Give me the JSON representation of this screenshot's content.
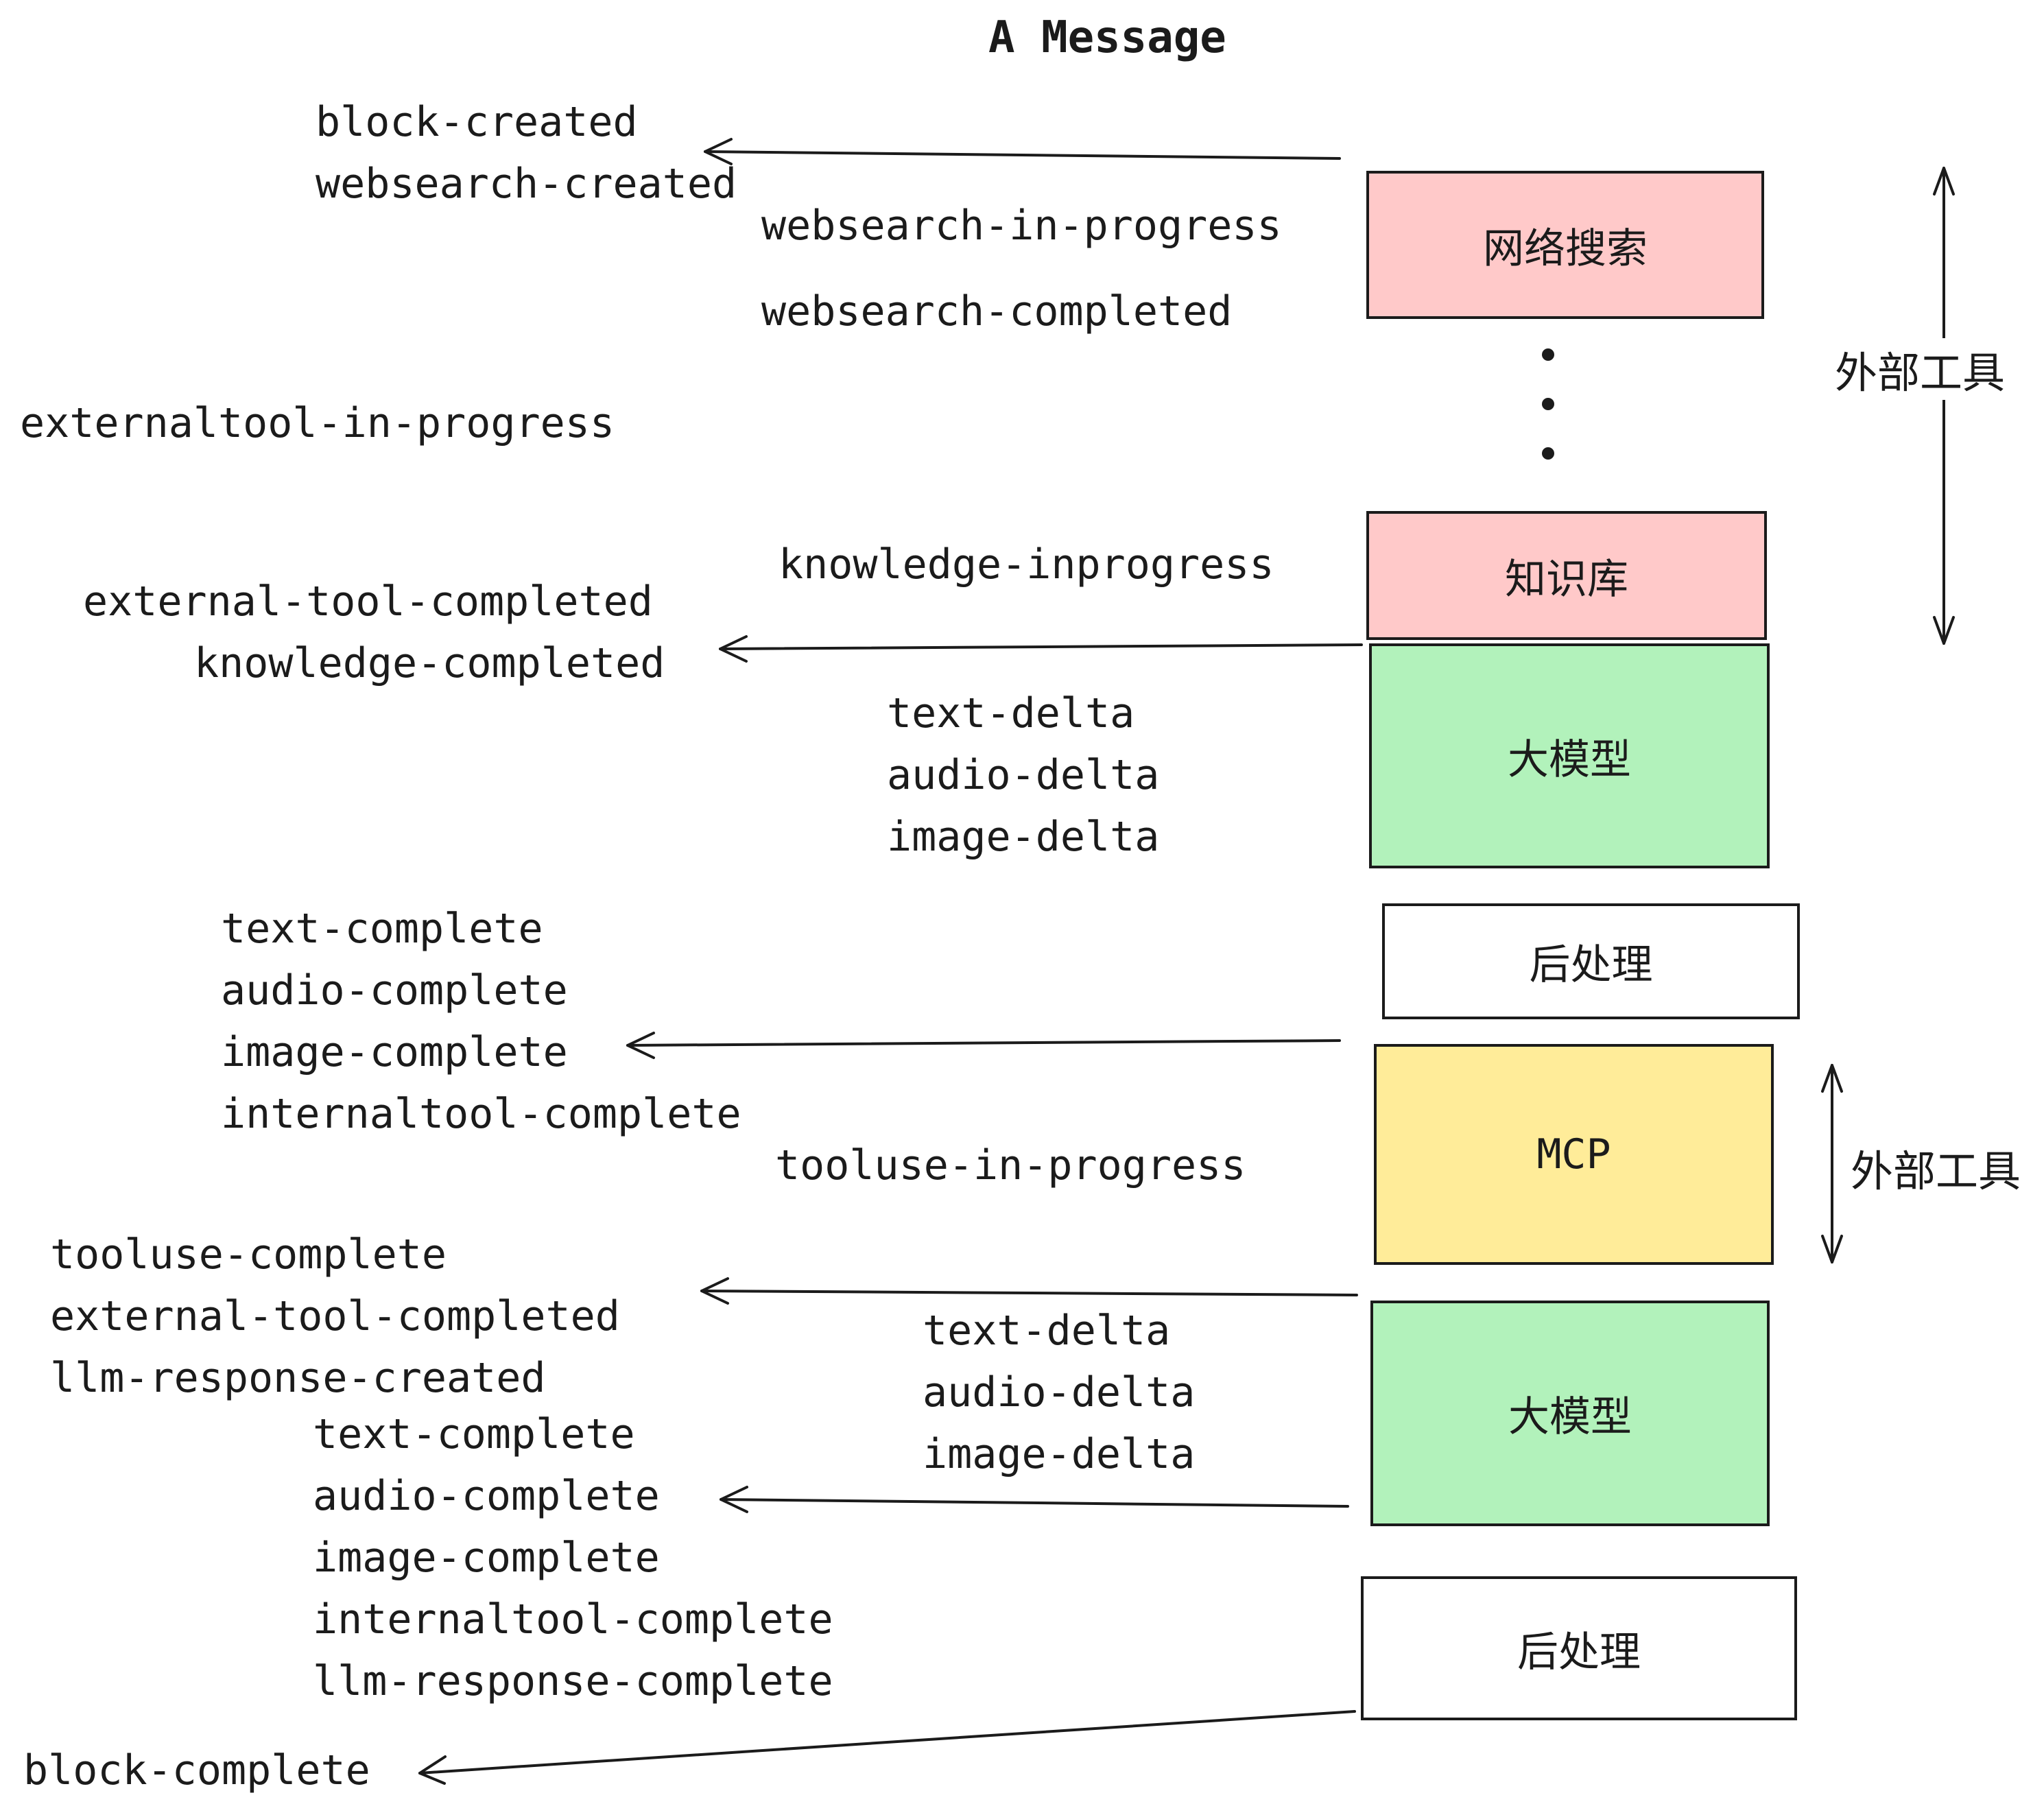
{
  "title": "A Message",
  "colors": {
    "stroke": "#1b1b1b",
    "websearch_fill": "#ffc9c9",
    "knowledge_fill": "#ffc9c9",
    "llm_fill": "#b2f2bb",
    "mcp_fill": "#ffec99",
    "post_fill": "#ffffff"
  },
  "boxes": [
    {
      "label": "网络搜索"
    },
    {
      "label": "知识库"
    },
    {
      "label": "大模型"
    },
    {
      "label": "后处理"
    },
    {
      "label": "MCP"
    },
    {
      "label": "大模型"
    },
    {
      "label": "后处理"
    }
  ],
  "annotations": {
    "external_tools": "外部工具"
  },
  "events": {
    "block_created": "block-created",
    "websearch_created": "websearch-created",
    "websearch_in_progress": "websearch-in-progress",
    "websearch_completed": "websearch-completed",
    "externaltool_in_progress": "externaltool-in-progress",
    "knowledge_inprogress": "knowledge-inprogress",
    "external_tool_completed": "external-tool-completed",
    "knowledge_completed": "knowledge-completed",
    "text_delta": "text-delta",
    "audio_delta": "audio-delta",
    "image_delta": "image-delta",
    "text_complete": "text-complete",
    "audio_complete": "audio-complete",
    "image_complete": "image-complete",
    "internaltool_complete": "internaltool-complete",
    "tooluse_in_progress": "tooluse-in-progress",
    "tooluse_complete": "tooluse-complete",
    "llm_response_created": "llm-response-created",
    "llm_response_complete": "llm-response-complete",
    "block_complete": "block-complete"
  }
}
